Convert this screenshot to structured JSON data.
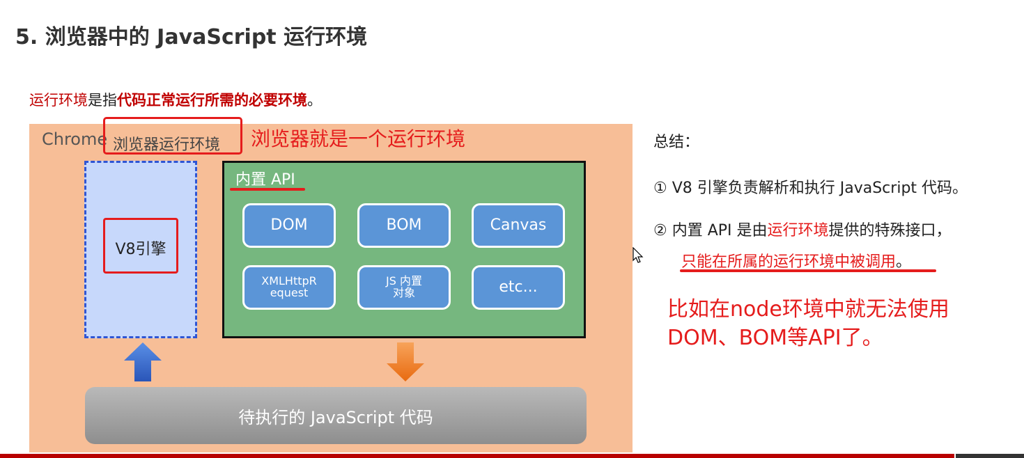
{
  "title": "5. 浏览器中的 JavaScript 运行环境",
  "definition": {
    "term": "运行环境",
    "middle": "是指",
    "emphasis": "代码正常运行所需的必要环境",
    "end": "。"
  },
  "diagram": {
    "chrome_label": "Chrome",
    "browser_env_label": "浏览器运行环境",
    "browser_annotation": "浏览器就是一个运行环境",
    "v8_label": "V8引擎",
    "api_title": "内置 API",
    "api_buttons": {
      "dom": "DOM",
      "bom": "BOM",
      "canvas": "Canvas",
      "xhr": "XMLHttpR\nequest",
      "js": "JS 内置\n对象",
      "etc": "etc..."
    },
    "code_bar": "待执行的 JavaScript 代码"
  },
  "summary": {
    "title": "总结：",
    "item1": "① V8 引擎负责解析和执行 JavaScript 代码。",
    "item2_prefix": "② 内置 API 是由",
    "item2_red": "运行环境",
    "item2_suffix": "提供的特殊接口，",
    "item2_line2_red": "只能在所属的运行环境中被调用",
    "item2_line2_end": "。"
  },
  "note": {
    "line1": "比如在node环境中就无法使用",
    "line2": "DOM、BOM等API了。"
  },
  "colors": {
    "diagram_bg": "#f7be97",
    "api_panel": "#76b77f",
    "api_button": "#5b95d7",
    "v8_panel": "#c7d8fb",
    "annotation_red": "#e51c1c",
    "arrow_blue": "#3a6fd1",
    "arrow_orange": "#f07b1e"
  }
}
